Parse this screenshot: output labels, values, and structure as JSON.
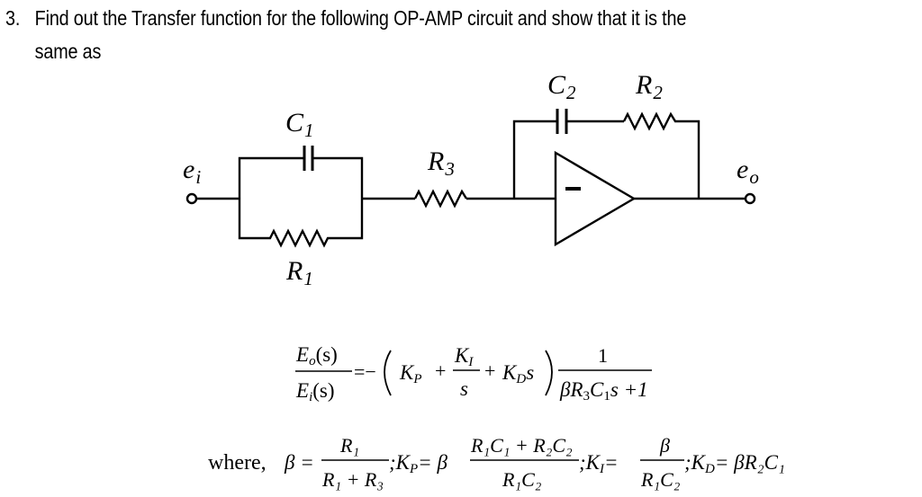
{
  "question": {
    "number": "3.",
    "line1": "Find out the Transfer function for the following OP-AMP circuit and show that it is the",
    "line2": "same as"
  },
  "circuit": {
    "input_label": {
      "main": "e",
      "sub": "i"
    },
    "output_label": {
      "main": "e",
      "sub": "o"
    },
    "c1_label": {
      "main": "C",
      "sub": "1"
    },
    "r1_label": {
      "main": "R",
      "sub": "1"
    },
    "r3_label": {
      "main": "R",
      "sub": "3"
    },
    "c2_label": {
      "main": "C",
      "sub": "2"
    },
    "r2_label": {
      "main": "R",
      "sub": "2"
    },
    "opamp_sign": "-"
  },
  "equation": {
    "lhs_num": {
      "main": "E",
      "sub": "o",
      "arg": "(s)"
    },
    "lhs_den": {
      "main": "E",
      "sub": "i",
      "arg": "(s)"
    },
    "equals_minus": "=−",
    "kp": {
      "main": "K",
      "sub": "P"
    },
    "plus": "+",
    "ki_num": {
      "main": "K",
      "sub": "I"
    },
    "ki_den": "s",
    "kd": {
      "main": "K",
      "sub": "D",
      "tail": "s"
    },
    "frac_num": "1",
    "frac_den": {
      "beta": "β",
      "r": "R",
      "rsub": "3",
      "c": "C",
      "csub": "1",
      "tail": "s +1"
    }
  },
  "where": {
    "prefix": "where,",
    "beta_def": {
      "lhs": "β =",
      "num": "R₁",
      "den": "R₁ + R₃"
    },
    "kp_def": {
      "lhs": ";K",
      "lhs_sub": "P",
      "eq": "= β",
      "num": "R₁C₁ + R₂C₂",
      "den": "R₁C₂"
    },
    "ki_def": {
      "lhs": ";K",
      "lhs_sub": "I",
      "eq": "=",
      "num": "β",
      "den": "R₁C₂"
    },
    "kd_def": {
      "lhs": ";K",
      "lhs_sub": "D",
      "eq": "= βR₂C₁"
    }
  }
}
